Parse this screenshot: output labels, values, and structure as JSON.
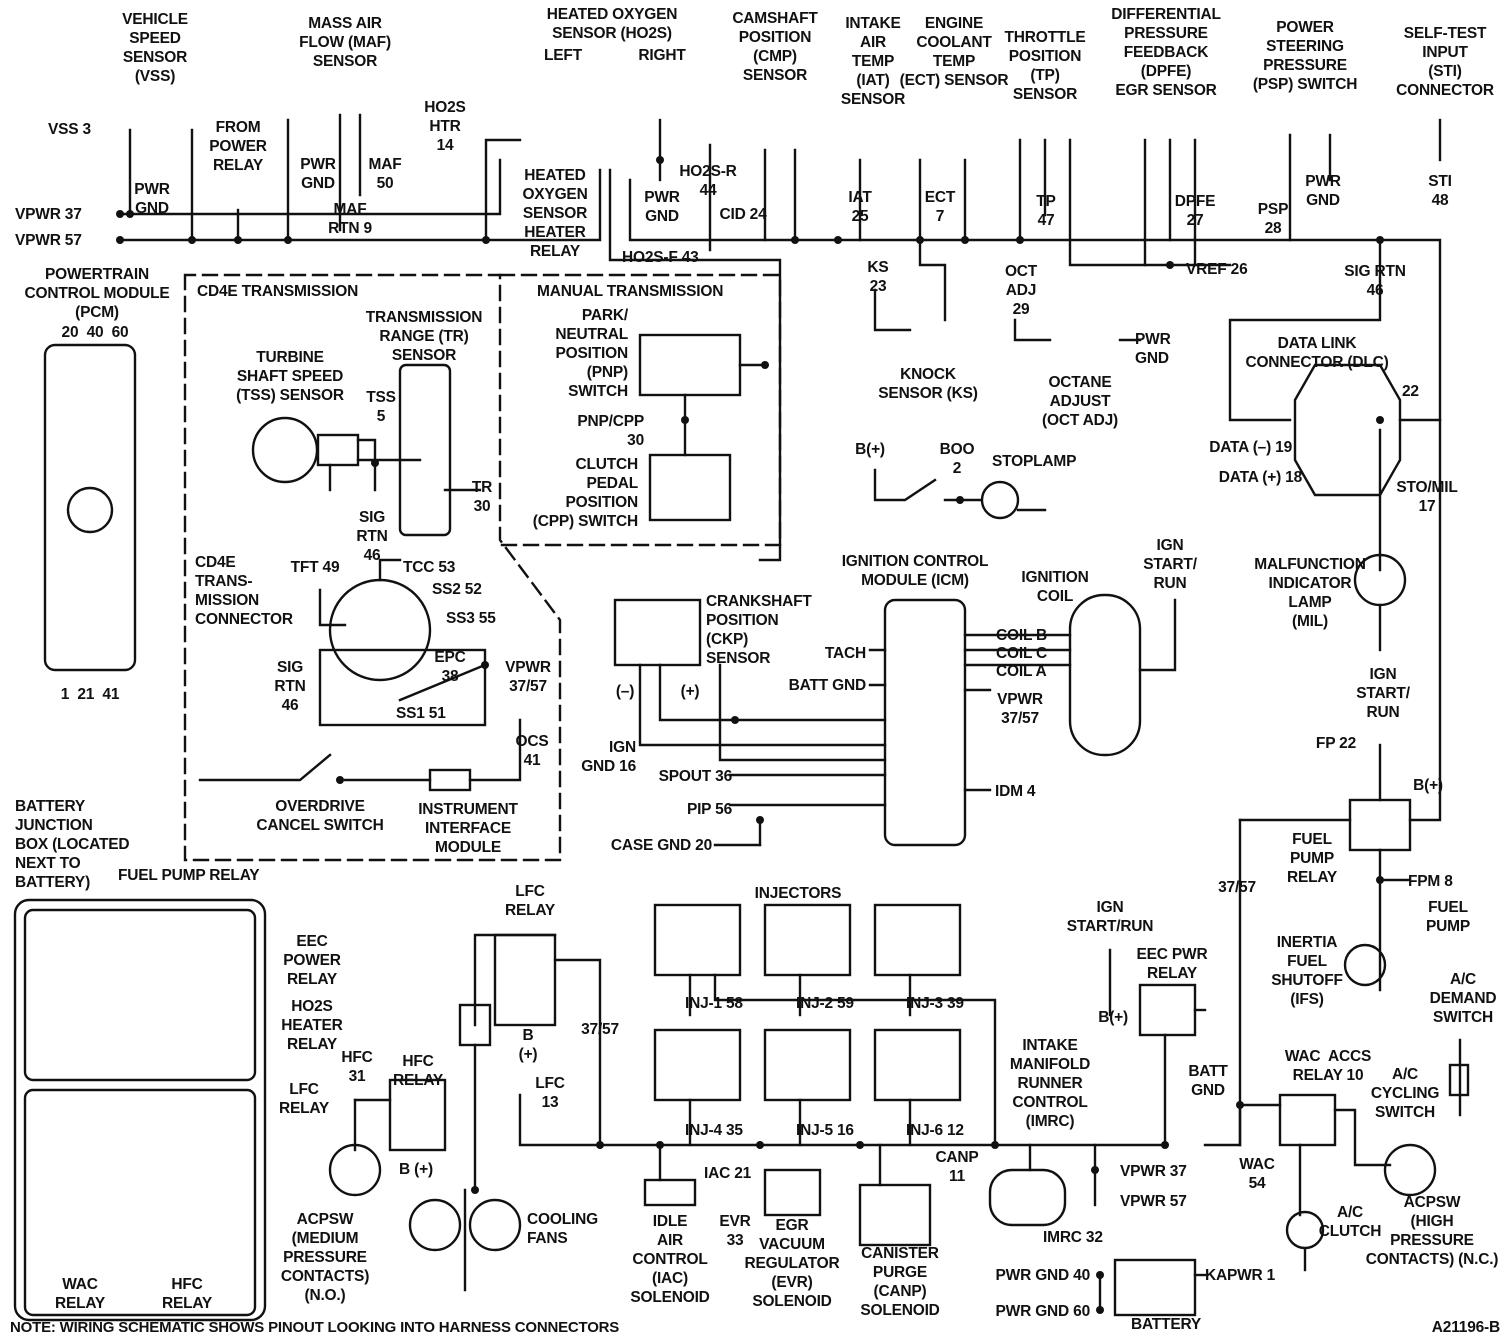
{
  "diagram_id": "A21196-B",
  "note": "NOTE: WIRING SCHEMATIC SHOWS PINOUT LOOKING INTO HARNESS CONNECTORS",
  "labels": {
    "vss_title": "VEHICLE\nSPEED\nSENSOR\n(VSS)",
    "vss3": "VSS 3",
    "vss_pwrgnd": "PWR\nGND",
    "vpwr37": "VPWR 37",
    "vpwr57": "VPWR 57",
    "from_power_relay": "FROM\nPOWER\nRELAY",
    "maf_title": "MASS AIR\nFLOW (MAF)\nSENSOR",
    "maf_pwrgnd": "PWR\nGND",
    "maf50": "MAF\n50",
    "maf_rtn9": "MAF\nRTN 9",
    "ho2s_htr14": "HO2S\nHTR\n14",
    "ho2s_title": "HEATED OXYGEN\nSENSOR (HO2S)",
    "ho2s_left": "LEFT",
    "ho2s_right": "RIGHT",
    "ho2s_heater_relay": "HEATED\nOXYGEN\nSENSOR\nHEATER\nRELAY",
    "ho2s_r44": "HO2S-R\n44",
    "ho2s_pwrgnd": "PWR\nGND",
    "ho2s_f43": "HO2S-F 43",
    "cmp_title": "CAMSHAFT\nPOSITION\n(CMP)\nSENSOR",
    "cid24": "CID 24",
    "iat_title": "INTAKE\nAIR\nTEMP\n(IAT)\nSENSOR",
    "iat25": "IAT\n25",
    "ect_title": "ENGINE\nCOOLANT\nTEMP\n(ECT) SENSOR",
    "ect7": "ECT\n7",
    "tp_title": "THROTTLE\nPOSITION\n(TP)\nSENSOR",
    "tp47": "TP\n47",
    "dpfe_title": "DIFFERENTIAL\nPRESSURE\nFEEDBACK\n(DPFE)\nEGR SENSOR",
    "dpfe27": "DPFE\n27",
    "psp_title": "POWER\nSTEERING\nPRESSURE\n(PSP) SWITCH",
    "psp28": "PSP\n28",
    "psp_pwrgnd": "PWR\nGND",
    "sti_title": "SELF-TEST\nINPUT\n(STI)\nCONNECTOR",
    "sti48": "STI\n48",
    "vref26": "VREF 26",
    "sigrtn46_top": "SIG RTN\n46",
    "pcm_title": "POWERTRAIN\nCONTROL MODULE\n(PCM)",
    "pcm_top_pins": "20  40  60",
    "pcm_bottom_pins": "1  21  41",
    "cd4e_box": "CD4E TRANSMISSION",
    "manual_box": "MANUAL TRANSMISSION",
    "tss_title": "TURBINE\nSHAFT SPEED\n(TSS) SENSOR",
    "tss5": "TSS\n5",
    "tr_title": "TRANSMISSION\nRANGE (TR)\nSENSOR",
    "tr30": "TR\n30",
    "tr_sigrtn": "SIG\nRTN\n46",
    "pnp_title": "PARK/\nNEUTRAL\nPOSITION\n(PNP)\nSWITCH",
    "pnpcpp30": "PNP/CPP\n30",
    "cpp_title": "CLUTCH\nPEDAL\nPOSITION\n(CPP) SWITCH",
    "ks23": "KS\n23",
    "ks_title": "KNOCK\nSENSOR (KS)",
    "octadj29": "OCT\nADJ\n29",
    "oct_pwrgnd": "PWR\nGND",
    "oct_title": "OCTANE\nADJUST\n(OCT ADJ)",
    "dlc_title": "DATA LINK\nCONNECTOR (DLC)",
    "dlc22": "22",
    "data_minus": "DATA (–) 19",
    "data_plus": "DATA (+) 18",
    "sto_mil": "STO/MIL\n17",
    "bplus_boo": "B(+)",
    "boo2": "BOO\n2",
    "stoplamp": "STOPLAMP",
    "icm_title": "IGNITION CONTROL\nMODULE (ICM)",
    "ign_coil": "IGNITION\nCOIL",
    "ign_start_run_top": "IGN\nSTART/\nRUN",
    "mil_title": "MALFUNCTION\nINDICATOR\nLAMP\n(MIL)",
    "ign_start_run_mil": "IGN\nSTART/\nRUN",
    "ckp_title": "CRANKSHAFT\nPOSITION\n(CKP)\nSENSOR",
    "ckp_minus": "(–)",
    "ckp_plus": "(+)",
    "tach": "TACH",
    "batt_gnd_icm": "BATT GND",
    "coil_b": "COIL B",
    "coil_c": "COIL C",
    "coil_a": "COIL A",
    "icm_vpwr": "VPWR\n37/57",
    "idm4": "IDM 4",
    "ign_gnd16": "IGN\nGND 16",
    "spout36": "SPOUT 36",
    "pip56": "PIP 56",
    "case_gnd20": "CASE GND 20",
    "cd4e_conn": "CD4E\nTRANS-\nMISSION\nCONNECTOR",
    "tft49": "TFT 49",
    "tcc53": "TCC 53",
    "ss252": "SS2 52",
    "ss355": "SS3 55",
    "epc38": "EPC\n38",
    "conn_sigrtn": "SIG\nRTN\n46",
    "conn_vpwr": "VPWR\n37/57",
    "ss151": "SS1 51",
    "ocs41": "OCS\n41",
    "od_cancel": "OVERDRIVE\nCANCEL SWITCH",
    "iim": "INSTRUMENT\nINTERFACE\nMODULE",
    "bjb_title": "BATTERY\nJUNCTION\nBOX (LOCATED\nNEXT TO\nBATTERY)",
    "fuel_pump_relay_bjb": "FUEL PUMP RELAY",
    "eec_power_relay": "EEC\nPOWER\nRELAY",
    "ho2s_heater_relay_bjb": "HO2S\nHEATER\nRELAY",
    "lfc_relay_bjb": "LFC\nRELAY",
    "wac_relay_bjb": "WAC\nRELAY",
    "hfc_relay_bjb": "HFC\nRELAY",
    "lfc_relay": "LFC\nRELAY",
    "lfc_b": "B\n(+)",
    "lfc13": "LFC\n13",
    "lfc_3757": "37/57",
    "hfc31": "HFC\n31",
    "hfc_relay": "HFC\nRELAY",
    "hfc_bplus": "B (+)",
    "acpsw_med": "ACPSW\n(MEDIUM\nPRESSURE\nCONTACTS)\n(N.O.)",
    "cooling_fans": "COOLING\nFANS",
    "injectors": "INJECTORS",
    "inj1": "INJ-1 58",
    "inj2": "INJ-2 59",
    "inj3": "INJ-3 39",
    "inj4": "INJ-4 35",
    "inj5": "INJ-5 16",
    "inj6": "INJ-6 12",
    "iac21": "IAC 21",
    "iac_title": "IDLE\nAIR\nCONTROL\n(IAC)\nSOLENOID",
    "evr33": "EVR\n33",
    "evr_title": "EGR\nVACUUM\nREGULATOR\n(EVR)\nSOLENOID",
    "canp11": "CANP\n11",
    "canp_title": "CANISTER\nPURGE\n(CANP)\nSOLENOID",
    "imrc_title": "INTAKE\nMANIFOLD\nRUNNER\nCONTROL\n(IMRC)",
    "imrc32": "IMRC 32",
    "vpwr37_bot": "VPWR 37",
    "vpwr57_bot": "VPWR 57",
    "ign_start_run_eec": "IGN\nSTART/RUN",
    "eec_pwr_relay": "EEC PWR\nRELAY",
    "eec_bplus": "B(+)",
    "batt_gnd": "BATT\nGND",
    "pwr_gnd40": "PWR GND 40",
    "pwr_gnd60": "PWR GND 60",
    "kapwr1": "KAPWR 1",
    "battery": "BATTERY",
    "fp22": "FP 22",
    "fp_bplus": "B(+)",
    "fuel_pump_relay": "FUEL\nPUMP\nRELAY",
    "fpm8": "FPM 8",
    "fuel_pump": "FUEL\nPUMP",
    "ifs": "INERTIA\nFUEL\nSHUTOFF\n(IFS)",
    "wire_3757": "37/57",
    "ac_demand": "A/C\nDEMAND\nSWITCH",
    "wac_relay": "WAC  ACCS\nRELAY 10",
    "ac_cycling": "A/C\nCYCLING\nSWITCH",
    "wac54": "WAC\n54",
    "ac_clutch": "A/C\nCLUTCH",
    "acpsw_high": "ACPSW\n(HIGH\nPRESSURE\nCONTACTS) (N.C.)"
  }
}
